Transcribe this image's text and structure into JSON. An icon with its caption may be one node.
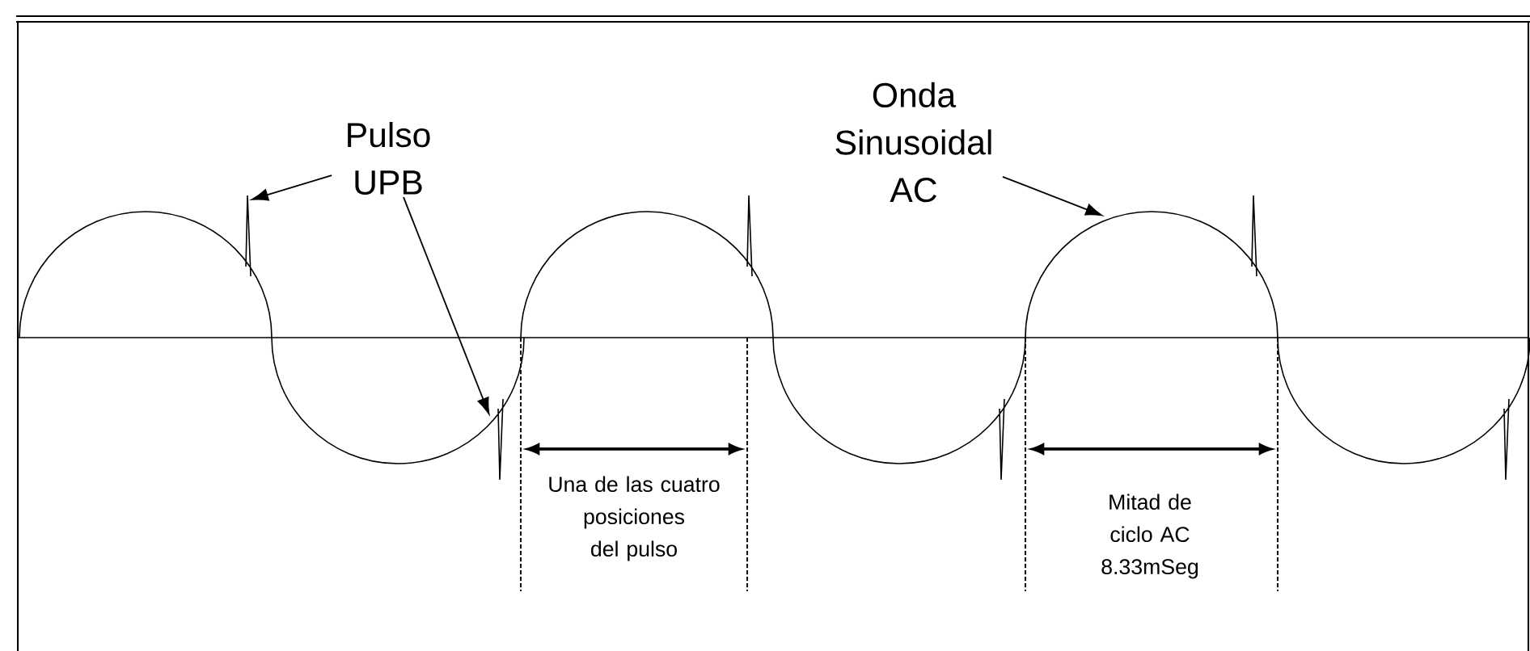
{
  "diagram": {
    "nodes": [
      {
        "text": [
          "Pulso UPB"
        ]
      },
      {
        "text": [
          "Onda Sinusoidal AC"
        ]
      }
    ],
    "edges": [
      {
        "from": 0,
        "to": null,
        "arrow": "to"
      },
      {
        "from": 0,
        "to": null,
        "arrow": "to"
      },
      {
        "from": 1,
        "to": null,
        "arrow": "to"
      }
    ],
    "labels": [
      "Una de las cuatro posiciones del pulso",
      "Mitad de ciclo AC 8.33mSeg"
    ]
  }
}
